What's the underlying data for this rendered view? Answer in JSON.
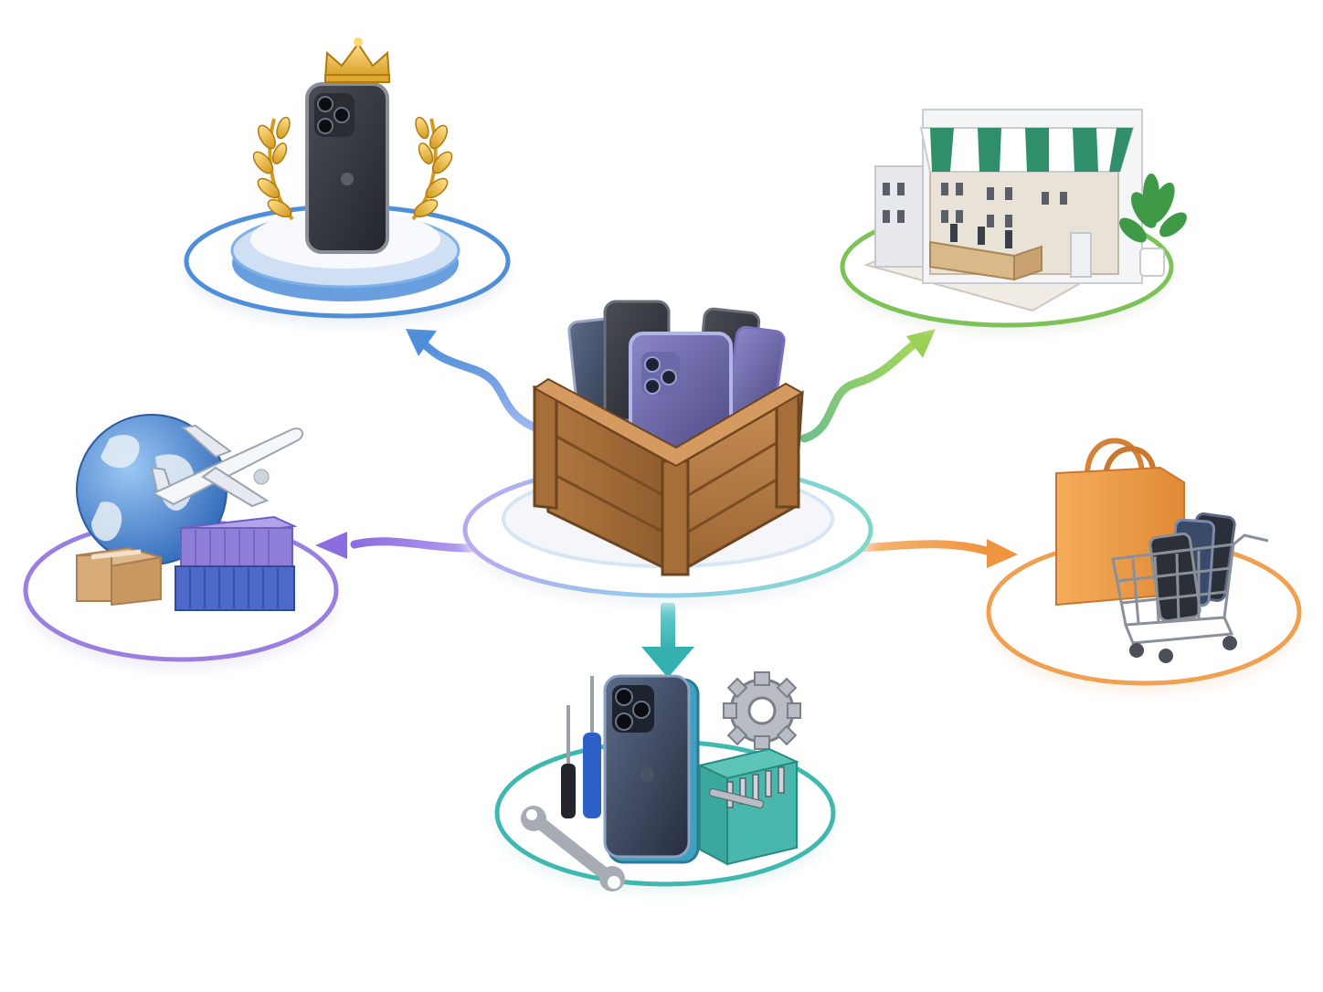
{
  "diagram": {
    "type": "hub-and-spoke",
    "hub": {
      "icon": "wooden-crate-of-phones-icon"
    },
    "colors": {
      "background": "#ffffff",
      "platform_fill": "#f7f8fa",
      "hub_ring": "#9cc9e8",
      "premium": "#4f8ed8",
      "retail_store": "#7cc257",
      "export": "#9b7fe0",
      "online_sales": "#f0a050",
      "repair": "#3fb8b0"
    },
    "nodes": [
      {
        "id": "premium",
        "icon": "premium-phone-with-crown-and-laurels-icon",
        "color_key": "premium"
      },
      {
        "id": "retail_store",
        "icon": "phone-retail-storefront-icon",
        "color_key": "retail_store"
      },
      {
        "id": "export",
        "icon": "globe-airplane-containers-icon",
        "color_key": "export"
      },
      {
        "id": "online_sales",
        "icon": "shopping-bag-and-cart-with-phones-icon",
        "color_key": "online_sales"
      },
      {
        "id": "repair",
        "icon": "phone-with-repair-tools-icon",
        "color_key": "repair"
      }
    ]
  }
}
